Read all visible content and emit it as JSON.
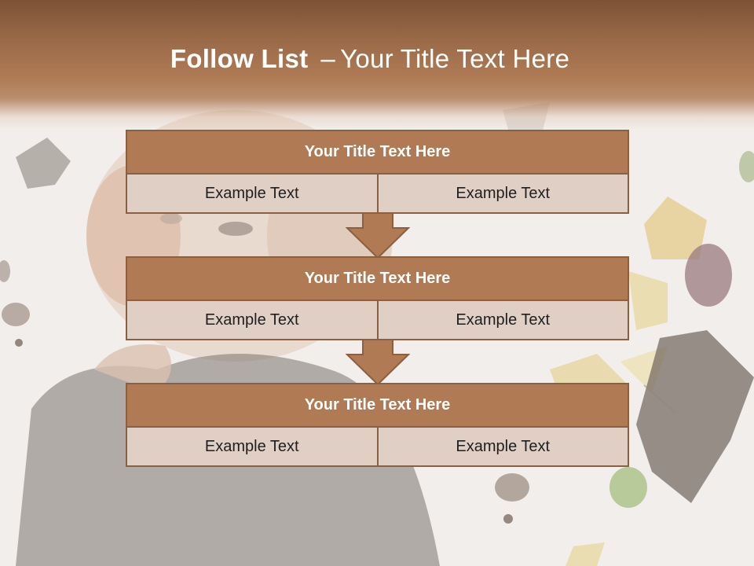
{
  "slide": {
    "title_strong": "Follow List",
    "title_separator": "–",
    "title_rest": "Your Title Text Here"
  },
  "blocks": [
    {
      "heading": "Your Title Text Here",
      "cells": [
        "Example Text",
        "Example Text"
      ]
    },
    {
      "heading": "Your Title Text Here",
      "cells": [
        "Example Text",
        "Example Text"
      ]
    },
    {
      "heading": "Your Title Text Here",
      "cells": [
        "Example Text",
        "Example Text"
      ]
    }
  ],
  "colors": {
    "header_brown": "#9a6947",
    "block_fill": "#b07a54",
    "block_border": "#8b5f40",
    "cell_fill": "#e0cfc5"
  }
}
